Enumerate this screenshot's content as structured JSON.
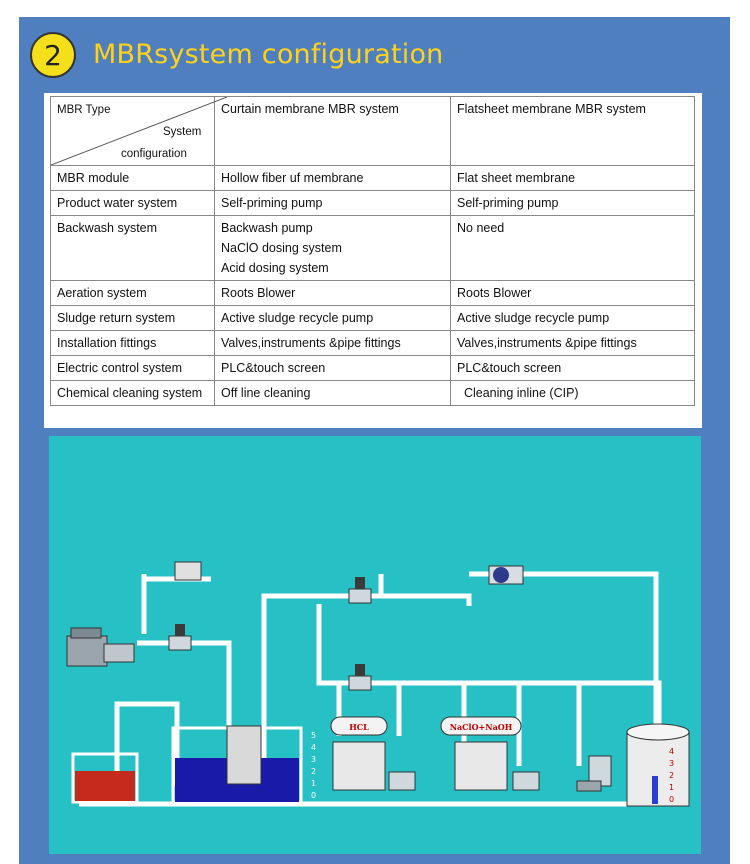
{
  "header": {
    "number": "2",
    "title": "MBRsystem configuration"
  },
  "table": {
    "corner": {
      "top": "MBR Type",
      "middle": "System",
      "bottom": "configuration"
    },
    "columns": [
      "Curtain membrane MBR system",
      "Flatsheet membrane MBR system"
    ],
    "rows": [
      {
        "label": "MBR module",
        "curtain": "Hollow fiber uf membrane",
        "flatsheet": "Flat sheet membrane"
      },
      {
        "label": "Product water system",
        "curtain": "Self-priming pump",
        "flatsheet": "Self-priming pump"
      },
      {
        "label": "Backwash system",
        "curtain_lines": [
          "Backwash pump",
          "NaClO dosing system",
          "Acid dosing  system"
        ],
        "flatsheet": "No need"
      },
      {
        "label": "Aeration system",
        "curtain": "Roots Blower",
        "flatsheet": "Roots Blower"
      },
      {
        "label": "Sludge return system",
        "curtain": "Active sludge recycle pump",
        "flatsheet": "Active sludge recycle pump"
      },
      {
        "label": "Installation fittings",
        "curtain": "Valves,instruments  &pipe fittings",
        "flatsheet": "Valves,instruments  &pipe fittings"
      },
      {
        "label": "Electric control system",
        "curtain": "PLC&touch screen",
        "flatsheet": "PLC&touch screen"
      },
      {
        "label": "Chemical cleaning system",
        "curtain": "Off line cleaning",
        "flatsheet": "  Cleaning inline (CIP)"
      }
    ]
  },
  "diagram": {
    "tank_labels": {
      "hcl": "HCL",
      "naclo": "NaClO+NaOH"
    },
    "tank_scale": [
      "5",
      "4",
      "3",
      "2",
      "1",
      "0"
    ],
    "colors": {
      "background": "#27c0c4",
      "pipe": "#ffffff",
      "sludge": "#c62a1c",
      "water": "#1a1aa8"
    }
  }
}
